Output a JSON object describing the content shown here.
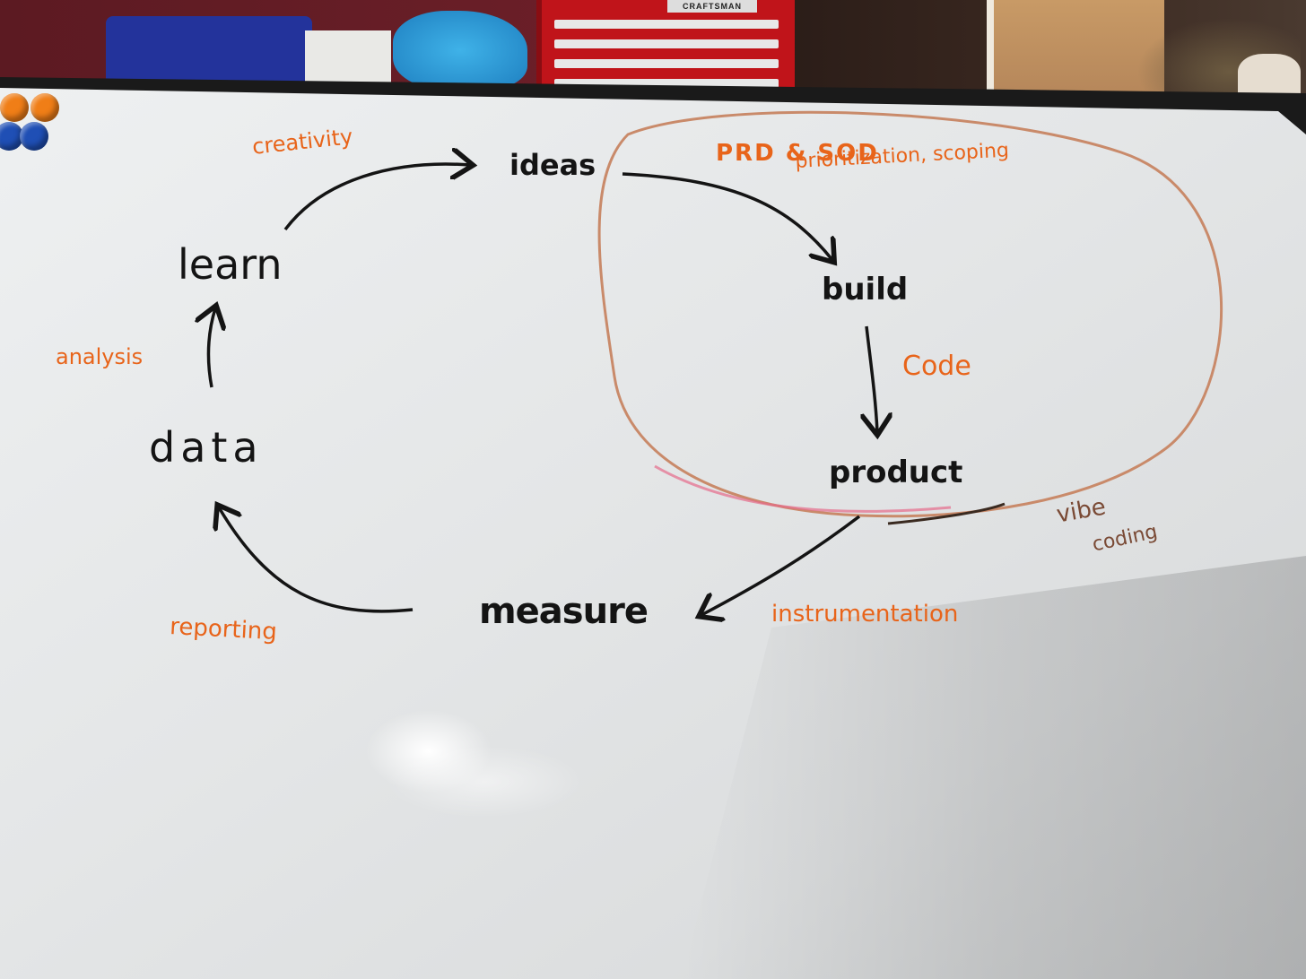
{
  "whiteboard": {
    "stages": {
      "ideas": "ideas",
      "build": "build",
      "product": "product",
      "measure": "measure",
      "data": "data",
      "learn": "learn"
    },
    "annotations": {
      "creativity": "creativity",
      "prd_sod": "PRD & SOD",
      "prioritization": "prioritization, scoping",
      "code": "Code",
      "instrumentation": "instrumentation",
      "reporting": "reporting",
      "analysis": "analysis",
      "vibe": "vibe",
      "coding": "coding"
    },
    "marker_colors": {
      "stages": "#141414",
      "annotations": "#e8641a",
      "loop": "#c98a6a",
      "vibe_coding": "#7a4a35"
    }
  },
  "background": {
    "toolbox_brand": "CRAFTSMAN"
  }
}
